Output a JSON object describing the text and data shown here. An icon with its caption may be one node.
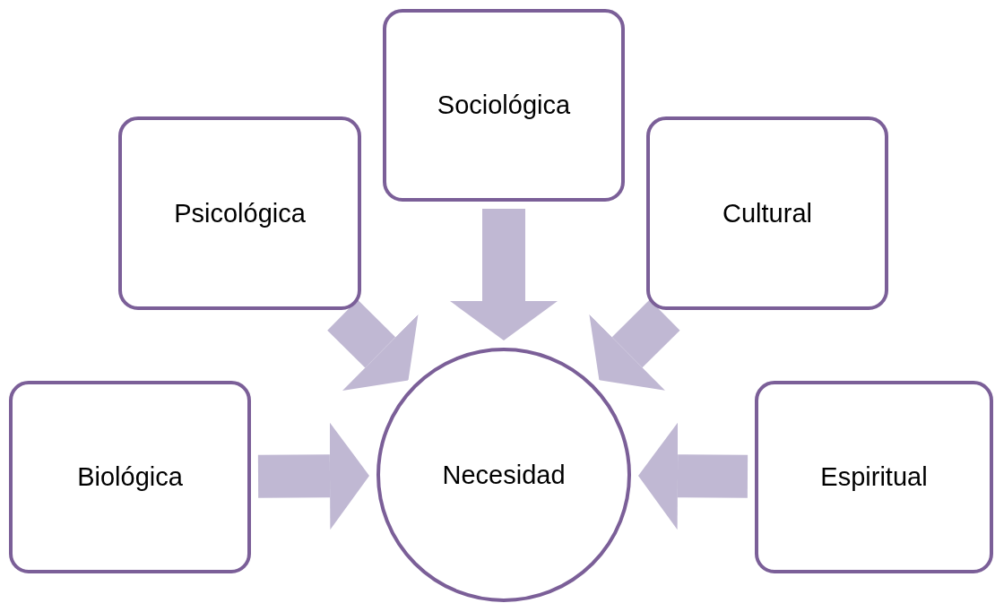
{
  "diagram": {
    "nodes": [
      {
        "text": [
          "Sociológica"
        ]
      },
      {
        "text": [
          "Psicológica"
        ]
      },
      {
        "text": [
          "Cultural"
        ]
      },
      {
        "text": [
          "Biológica"
        ]
      },
      {
        "text": [
          "Necesidad"
        ]
      },
      {
        "text": [
          "Espiritual"
        ]
      }
    ],
    "edges": [
      {
        "from": 0,
        "to": 4,
        "arrow": "to"
      },
      {
        "from": 1,
        "to": 4,
        "arrow": "to"
      },
      {
        "from": 2,
        "to": 4,
        "arrow": "to"
      },
      {
        "from": 3,
        "to": 4,
        "arrow": "to"
      },
      {
        "from": 5,
        "to": 4,
        "arrow": "to"
      }
    ]
  }
}
